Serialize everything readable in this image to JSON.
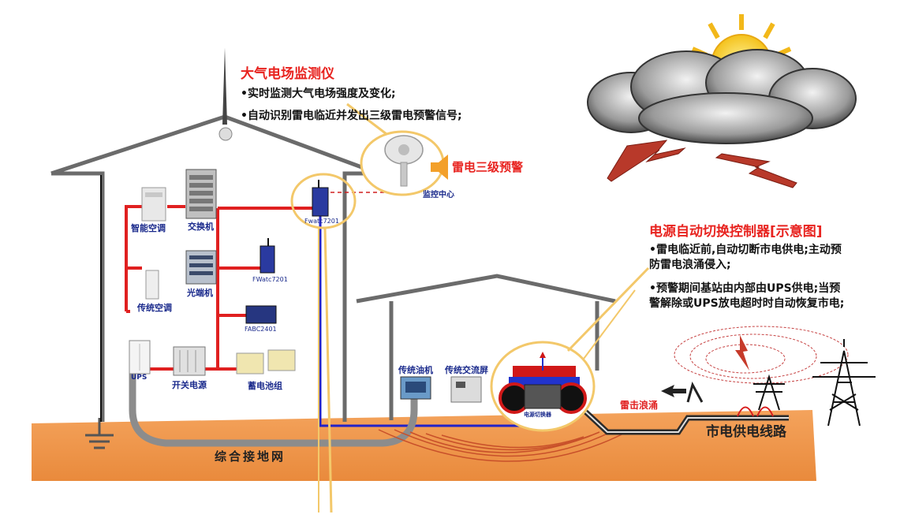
{
  "monitor": {
    "title": "大气电场监测仪",
    "bullet1": "•实时监测大气电场强度及变化;",
    "bullet2": "•自动识别雷电临近并发出三级雷电预警信号;",
    "alarm": "雷电三级预警",
    "center": "监控中心"
  },
  "controller": {
    "title": "电源自动切换控制器[示意图]",
    "bullet1_l1": "•雷电临近前,自动切断市电供电;主动预",
    "bullet1_l2": "防雷电浪涌侵入;",
    "bullet2_l1": "•预警期间基站由内部由UPS供电;当预",
    "bullet2_l2": "警解除或UPS放电超时时自动恢复市电;"
  },
  "devices": {
    "smart_ac": "智能空调",
    "switch": "交换机",
    "fwatc_top": "Fwatc7201",
    "fwatc_mid": "FWatc7201",
    "optical": "光端机",
    "fabc": "FABC2401",
    "trad_ac": "传统空调",
    "ups": "UPS",
    "switch_power": "开关电源",
    "battery": "蓄电池组",
    "oil_engine": "传统油机",
    "ac_panel": "传统交流屏",
    "power_switcher": "电源切换器"
  },
  "labels": {
    "ground_net": "综合接地网",
    "surge": "雷击浪涌",
    "power_line": "市电供电线路"
  },
  "colors": {
    "ground": "#f09a52",
    "wire_red": "#e02020",
    "wire_blue": "#2222c8",
    "callout": "#f3c86a"
  }
}
